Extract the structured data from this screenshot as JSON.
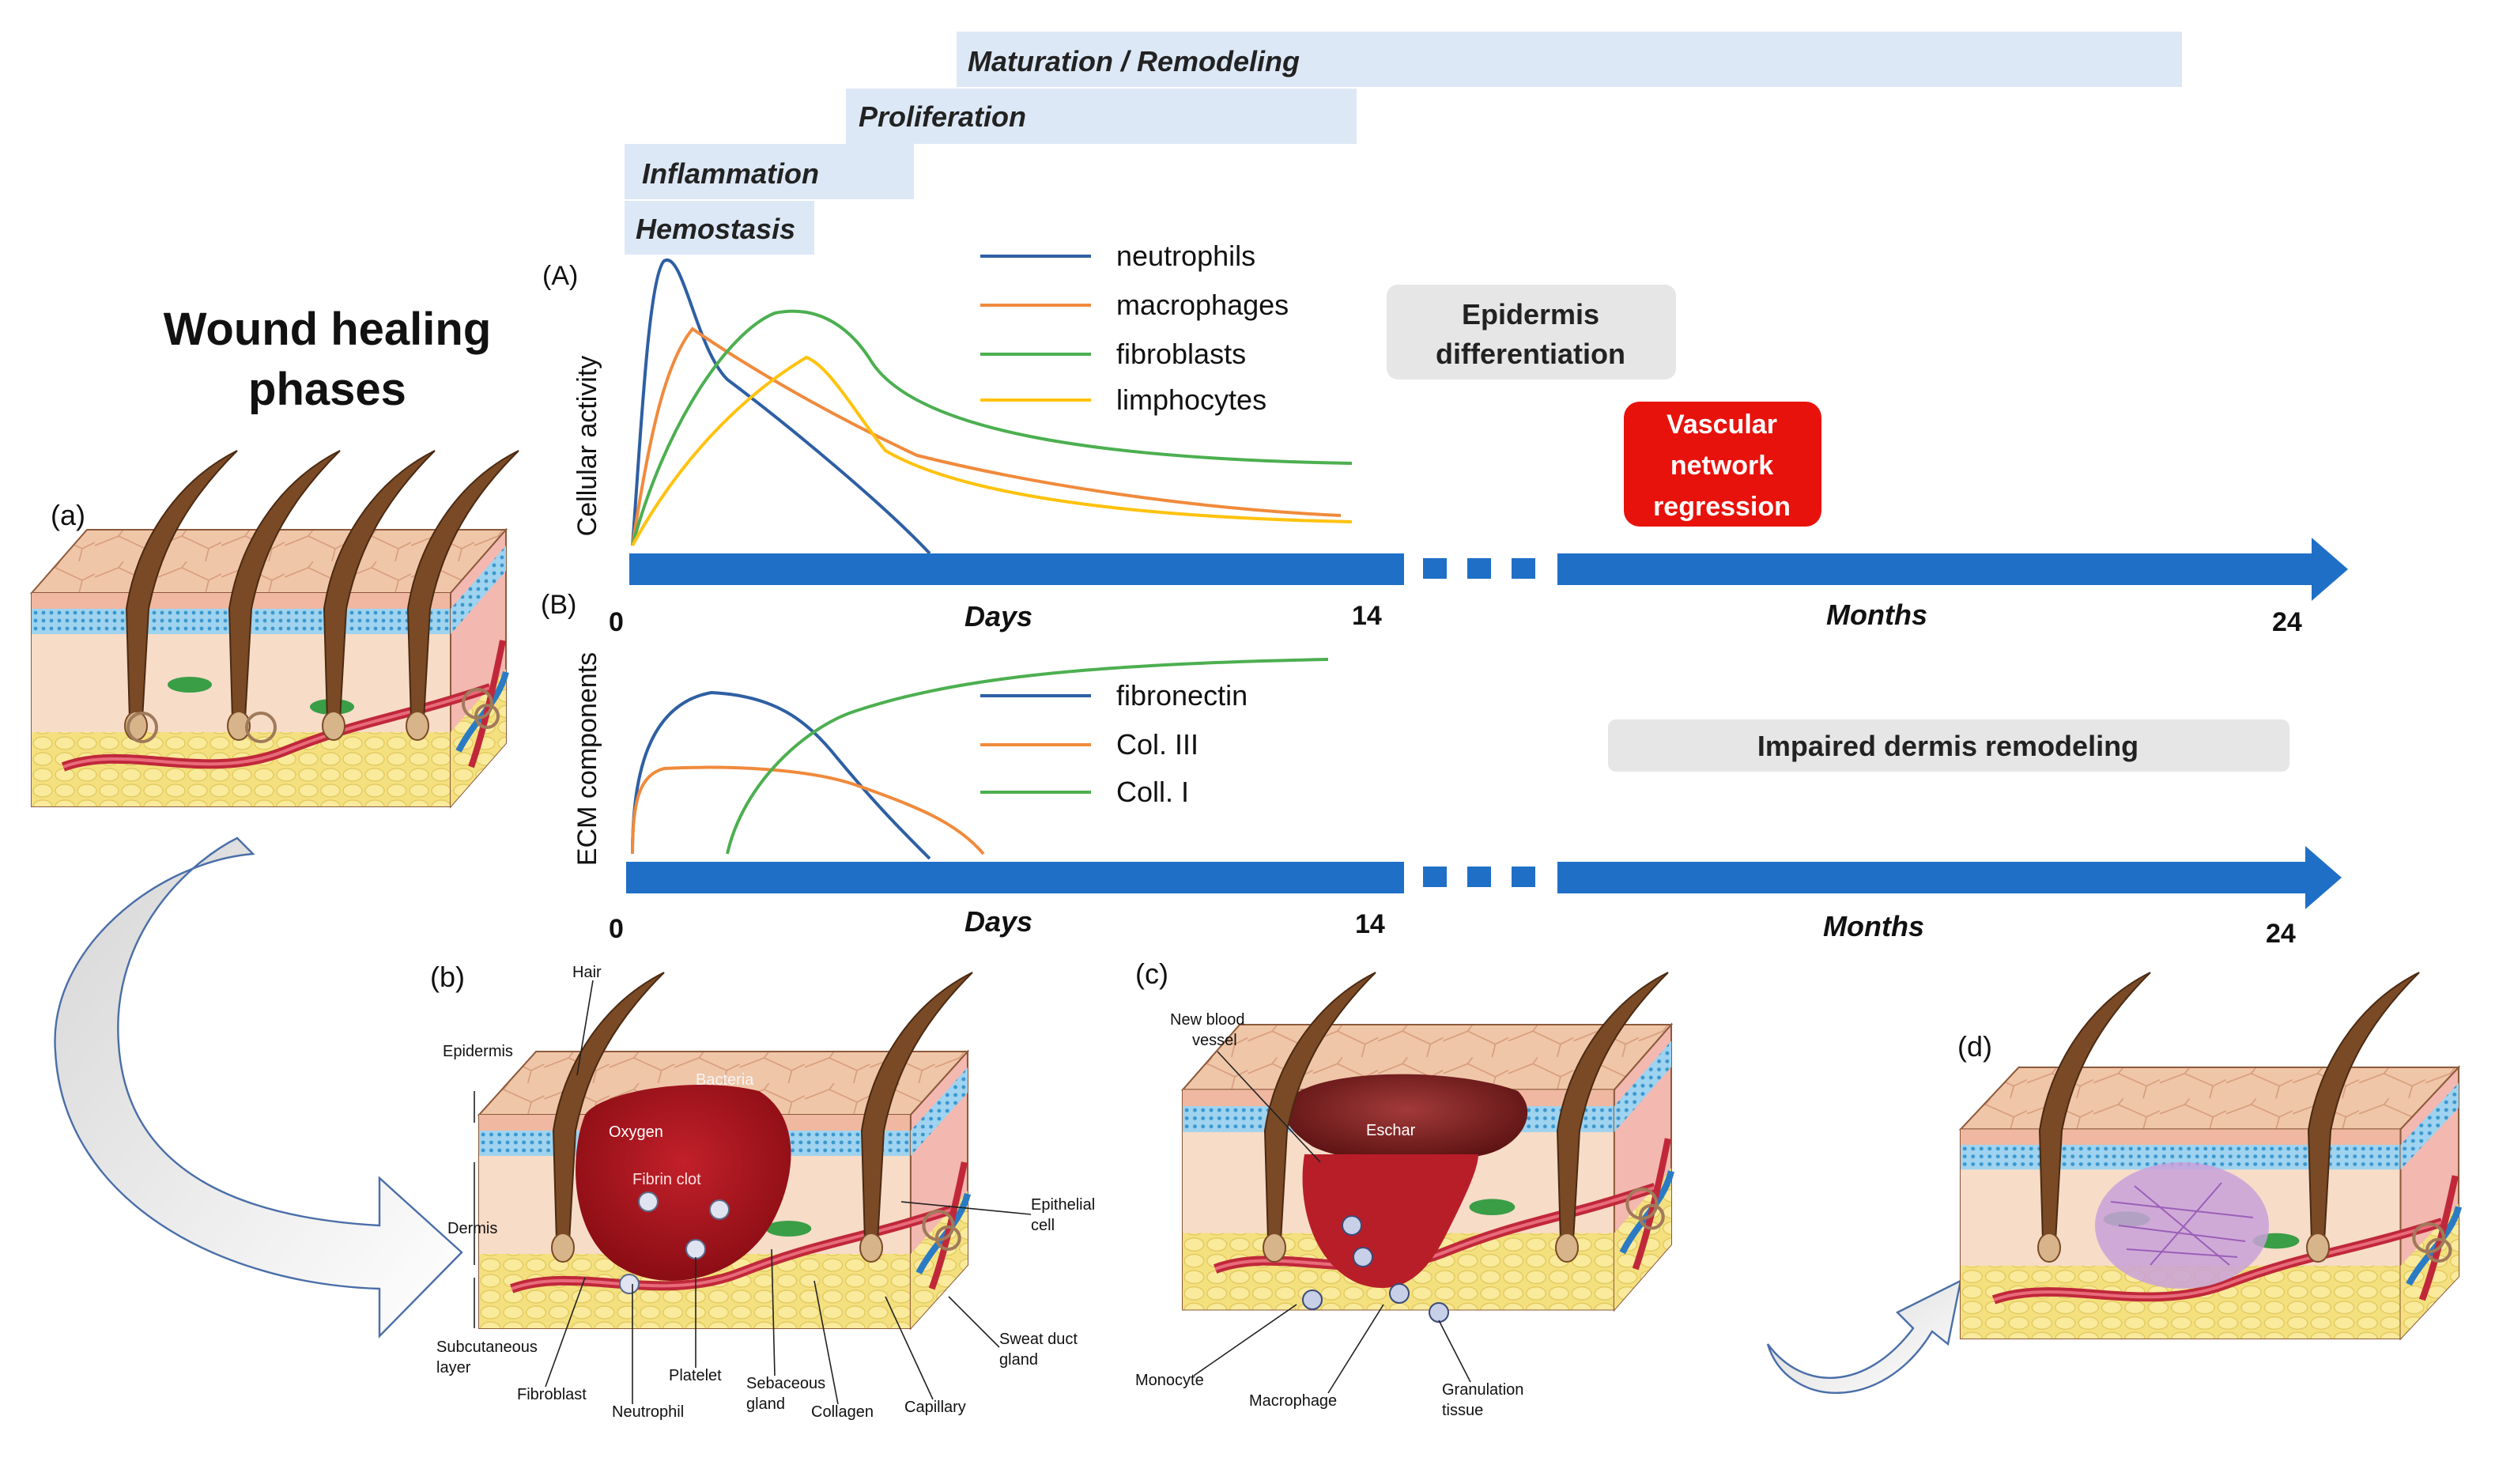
{
  "title": {
    "line1": "Wound healing",
    "line2": "phases"
  },
  "phases": [
    "Maturation / Remodeling",
    "Proliferation",
    "Inflammation",
    "Hemostasis"
  ],
  "panel_labels": {
    "A": "(A)",
    "B": "(B)",
    "a": "(a)",
    "b": "(b)",
    "c": "(c)",
    "d": "(d)"
  },
  "chart_data": [
    {
      "type": "line",
      "ylabel": "Cellular activity",
      "xlabel_days": "Days",
      "xlabel_months": "Months",
      "ticks": [
        "0",
        "14",
        "24"
      ],
      "series": [
        {
          "name": "neutrophils",
          "color": "#2e5fa3"
        },
        {
          "name": "macrophages",
          "color": "#f08a3c"
        },
        {
          "name": "fibroblasts",
          "color": "#4caf50"
        },
        {
          "name": "limphocytes",
          "color": "#ffc20e"
        }
      ]
    },
    {
      "type": "line",
      "ylabel": "ECM components",
      "xlabel_days": "Days",
      "xlabel_months": "Months",
      "ticks": [
        "0",
        "14",
        "24"
      ],
      "series": [
        {
          "name": "fibronectin",
          "color": "#2e5fa3"
        },
        {
          "name": "Col. III",
          "color": "#f08a3c"
        },
        {
          "name": "Coll. I",
          "color": "#4caf50"
        }
      ]
    }
  ],
  "boxes": {
    "epidermis": {
      "line1": "Epidermis",
      "line2": "differentiation"
    },
    "vascular": {
      "line1": "Vascular",
      "line2": "network",
      "line3": "regression"
    },
    "impaired": "Impaired dermis remodeling"
  },
  "labels_b": {
    "hair": "Hair",
    "epidermis": "Epidermis",
    "dermis": "Dermis",
    "subcutaneous1": "Subcutaneous",
    "subcutaneous2": "layer",
    "bacteria": "Bacteria",
    "oxygen": "Oxygen",
    "fibrin": "Fibrin clot",
    "epithelial1": "Epithelial",
    "epithelial2": "cell",
    "sweat1": "Sweat duct",
    "sweat2": "gland",
    "fibroblast": "Fibroblast",
    "neutrophil": "Neutrophil",
    "platelet": "Platelet",
    "sebaceous1": "Sebaceous",
    "sebaceous2": "gland",
    "collagen": "Collagen",
    "capillary": "Capillary"
  },
  "labels_c": {
    "newvessel1": "New blood",
    "newvessel2": "vessel",
    "eschar": "Eschar",
    "monocyte": "Monocyte",
    "macrophage": "Macrophage",
    "granulation1": "Granulation",
    "granulation2": "tissue"
  },
  "colors": {
    "axis": "#1f6fc7",
    "phase_bg": "#dde8f6",
    "vascular": "#e8120c",
    "grey_box": "#e6e6e6"
  }
}
